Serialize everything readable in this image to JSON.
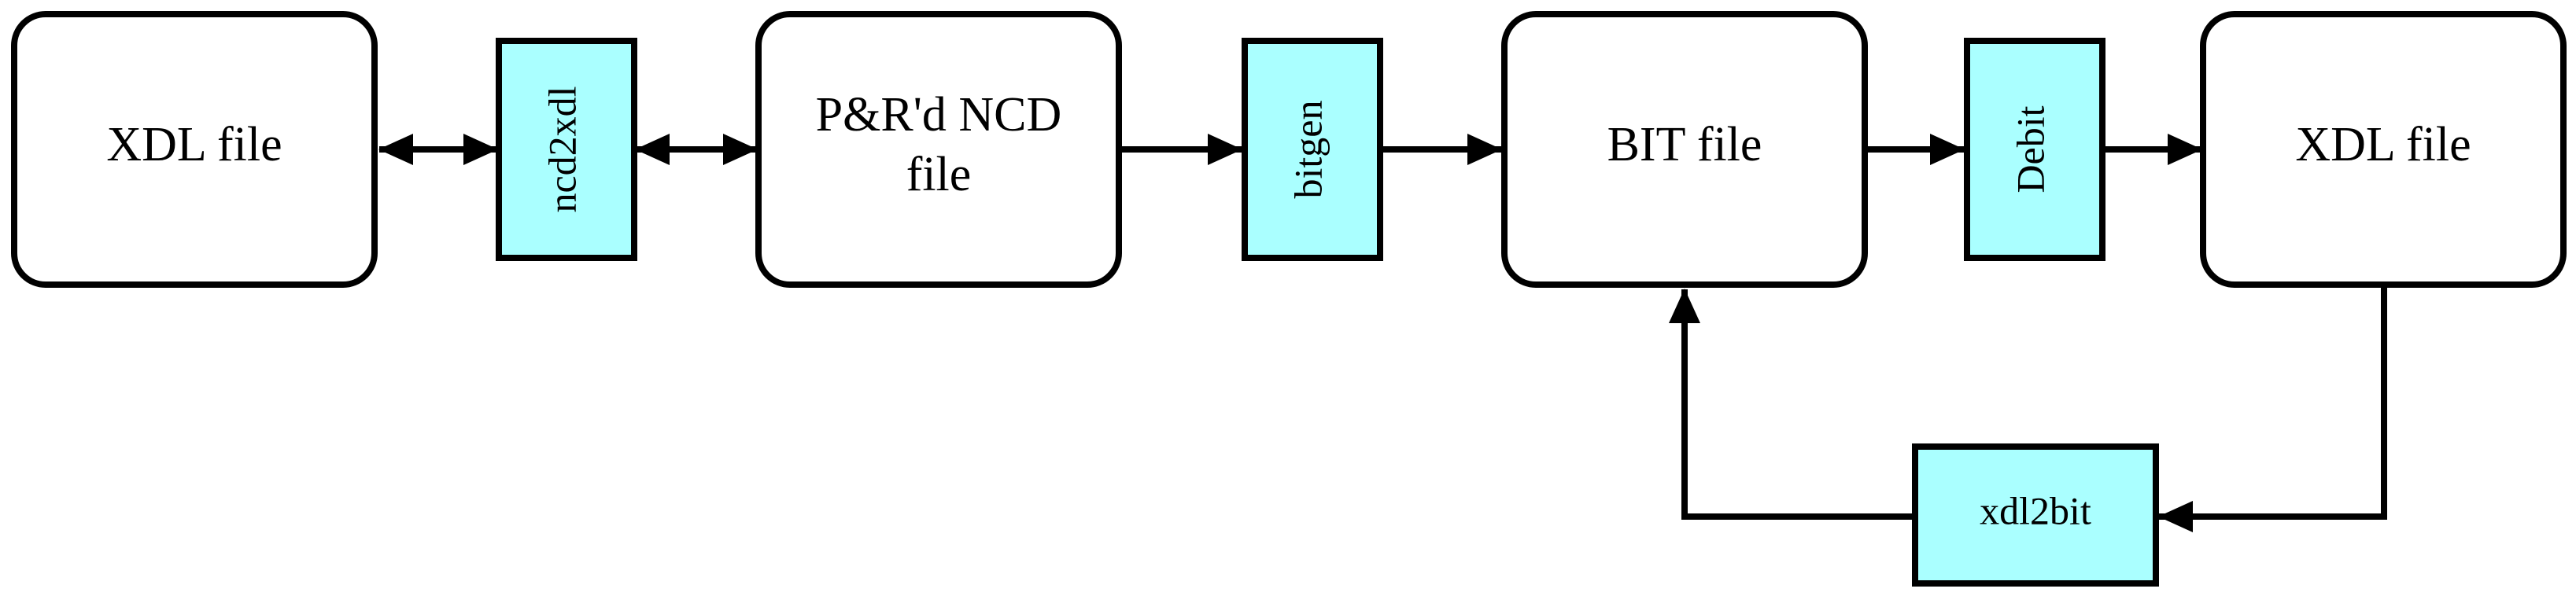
{
  "nodes": {
    "xdl_file_left": {
      "label": "XDL file"
    },
    "pr_ncd_file": {
      "line1": "P&R'd NCD",
      "line2": "file"
    },
    "bit_file": {
      "label": "BIT file"
    },
    "xdl_file_right": {
      "label": "XDL file"
    }
  },
  "tools": {
    "ncd2xdl": {
      "label": "ncd2xdl"
    },
    "bitgen": {
      "label": "bitgen"
    },
    "debit": {
      "label": "Debit"
    },
    "xdl2bit": {
      "label": "xdl2bit"
    }
  },
  "colors": {
    "tool_fill": "#aaffff",
    "node_fill": "#ffffff",
    "stroke": "#000000"
  }
}
